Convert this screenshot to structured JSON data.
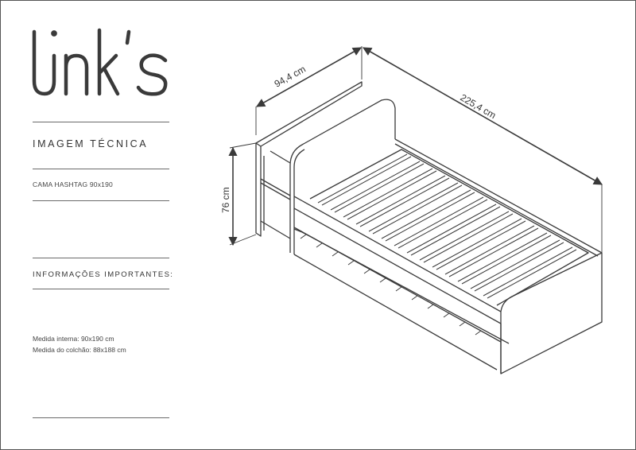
{
  "brand": {
    "logo_text": "link's"
  },
  "sheet": {
    "title": "IMAGEM TÉCNICA",
    "product": "CAMA HASHTAG 90x190",
    "info_heading": "INFORMAÇÕES IMPORTANTES:",
    "specs": [
      "Medida interna: 90x190 cm",
      "Medida do colchão: 88x188 cm"
    ]
  },
  "dimensions": {
    "depth": "94,4 cm",
    "length": "225,4 cm",
    "height": "76 cm"
  },
  "colors": {
    "line": "#3a3a3a",
    "background": "#ffffff"
  }
}
